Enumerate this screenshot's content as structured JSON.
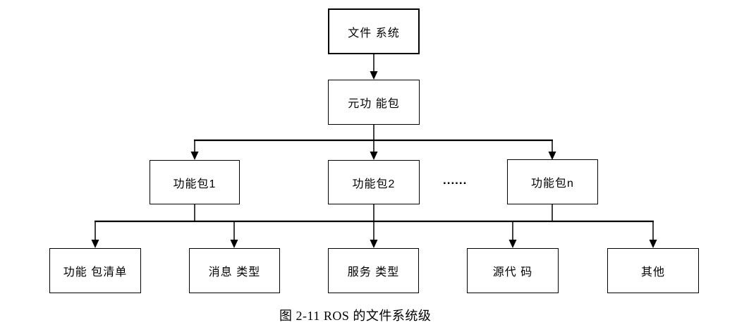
{
  "diagram": {
    "background_color": "#ffffff",
    "line_color": "#000000",
    "nodes": {
      "filesystem": {
        "label": "文件 系统"
      },
      "metapackage": {
        "label": "元功 能包"
      },
      "package1": {
        "label": "功能包1"
      },
      "package2": {
        "label": "功能包2"
      },
      "packagen": {
        "label": "功能包n"
      },
      "manifest": {
        "label": "功能 包清单"
      },
      "message": {
        "label": "消息 类型"
      },
      "service": {
        "label": "服务 类型"
      },
      "source": {
        "label": "源代 码"
      },
      "other": {
        "label": "其他"
      }
    },
    "ellipsis": "......",
    "edges": [
      {
        "from": [
          "filesystem"
        ],
        "to": [
          "metapackage"
        ]
      },
      {
        "from": [
          "metapackage"
        ],
        "to": [
          "package1",
          "package2",
          "packagen"
        ]
      },
      {
        "from": [
          "package1",
          "package2",
          "packagen"
        ],
        "to": [
          "manifest",
          "message",
          "service",
          "source",
          "other"
        ]
      }
    ],
    "caption": "图 2-11 ROS 的文件系统级"
  }
}
